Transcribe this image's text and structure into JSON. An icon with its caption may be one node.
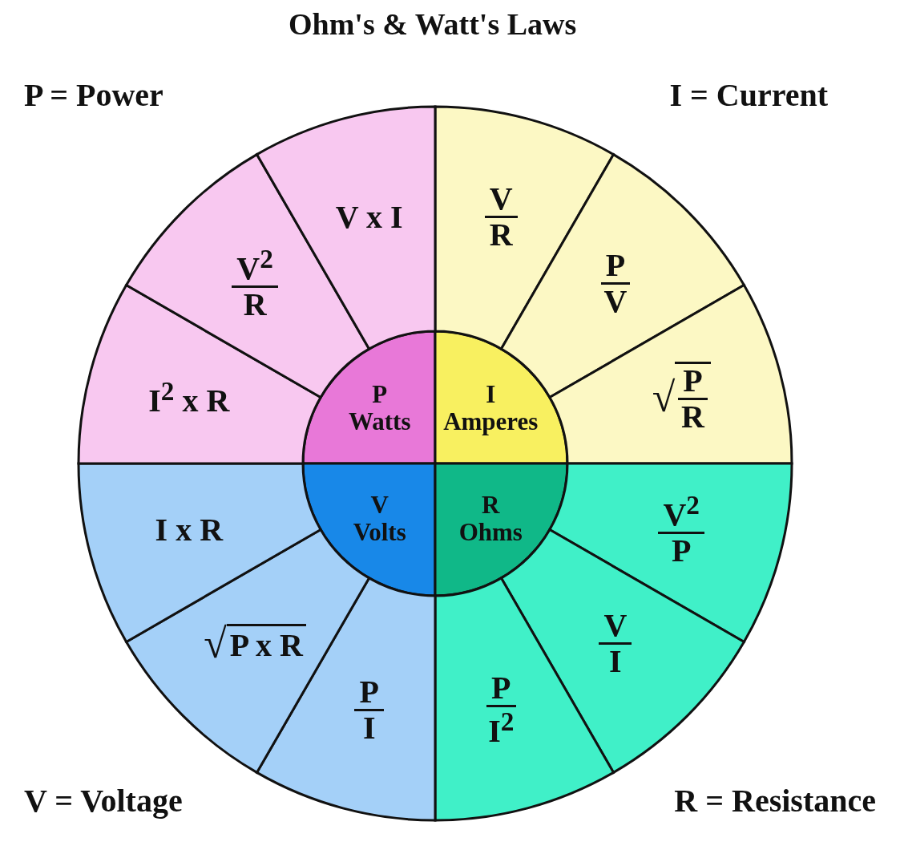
{
  "diagram": {
    "title": "Ohm's & Watt's Laws",
    "nodes": [
      {
        "text": [
          "P",
          "Watts"
        ]
      },
      {
        "text": [
          "I",
          "Amperes"
        ]
      },
      {
        "text": [
          "V",
          "Volts"
        ]
      },
      {
        "text": [
          "R",
          "Ohms"
        ]
      },
      {
        "text": [
          "V",
          "R"
        ]
      },
      {
        "text": [
          "P",
          "V"
        ]
      },
      {
        "text": [
          "√",
          "P",
          "R"
        ]
      },
      {
        "text": [
          "V$^{2}$",
          "P"
        ]
      },
      {
        "text": [
          "V",
          "I"
        ]
      },
      {
        "text": [
          "P",
          "I$^{2}$"
        ]
      },
      {
        "text": [
          "P",
          "I"
        ]
      },
      {
        "text": [
          "√",
          "P x R"
        ]
      },
      {
        "text": [
          "I x R"
        ]
      },
      {
        "text": [
          "I$^{2}$ x R"
        ]
      },
      {
        "text": [
          "V$^{2}$",
          "R"
        ]
      },
      {
        "text": [
          "V x I"
        ]
      }
    ],
    "labels": [
      "P = Power",
      "I = Current",
      "V = Voltage",
      "R = Resistance"
    ]
  }
}
